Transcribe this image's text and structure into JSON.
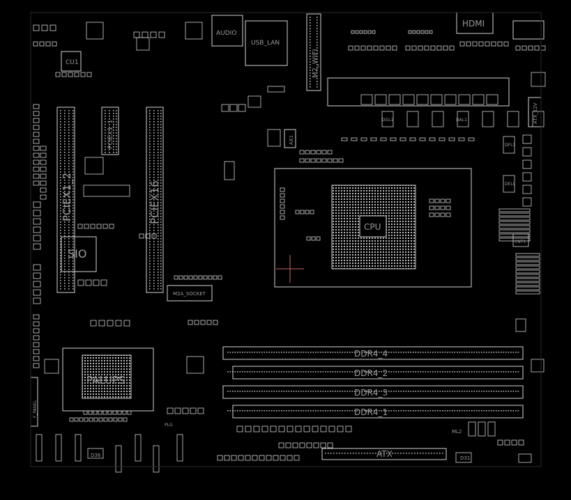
{
  "diagram": {
    "background": "#000000",
    "line_color": "#d4d4d4",
    "accent_color": "#c86464",
    "labels": {
      "cu1": "CU1",
      "audio": "AUDIO",
      "usb_lan": "USB_LAN",
      "m2_wifi": "M2_WIFI",
      "hdmi": "HDMI",
      "pciex1_2": "PCIEX1_2",
      "pciex1_1": "PCIEX1_1",
      "pciex16": "PCIEX16",
      "sio": "SIO",
      "m2a_socket": "M2A_SOCKET",
      "palups": "PALUPS",
      "cpu": "CPU",
      "ddr4_4": "DDR4_4",
      "ddr4_2": "DDR4_2",
      "ddr4_3": "DDR4_3",
      "ddr4_1": "DDR4_1",
      "atx": "ATX",
      "atx_12v": "ATX_12V",
      "d36": "D36",
      "d31": "D31",
      "ml2": "ML2",
      "cnt1": "CNT1",
      "ax1": "AX1",
      "dgl1": "DGL1",
      "dal1": "DAL1",
      "dfl1": "DFL1",
      "dell": "DELL",
      "f_panel": "F_PANEL",
      "plg": "PLG"
    }
  }
}
